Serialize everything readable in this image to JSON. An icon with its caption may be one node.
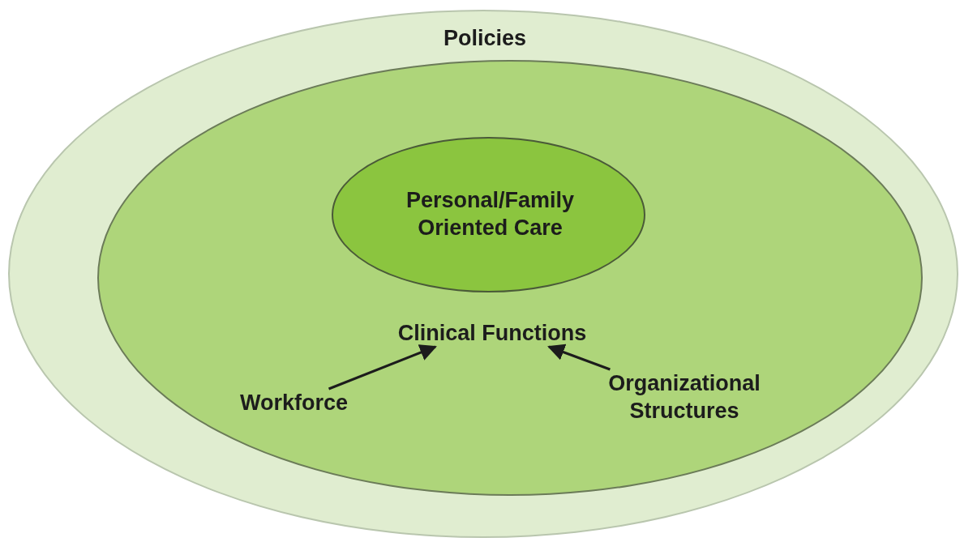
{
  "diagram": {
    "nodes": [
      {
        "text": [
          "Policies"
        ]
      },
      {
        "text": [],
        "shape": "ellipse",
        "in": 0
      },
      {
        "text": [
          "Personal/Family Oriented Care"
        ],
        "in": 1
      },
      {
        "text": [
          "Clinical Functions"
        ],
        "in": 1
      },
      {
        "text": [
          "Workforce"
        ],
        "in": 1
      },
      {
        "text": [
          "Organizational Structures"
        ],
        "in": 1
      }
    ],
    "edges": [
      {
        "from": 4,
        "to": 3,
        "arrow": "to"
      },
      {
        "from": 5,
        "to": 3,
        "arrow": "to"
      }
    ]
  }
}
